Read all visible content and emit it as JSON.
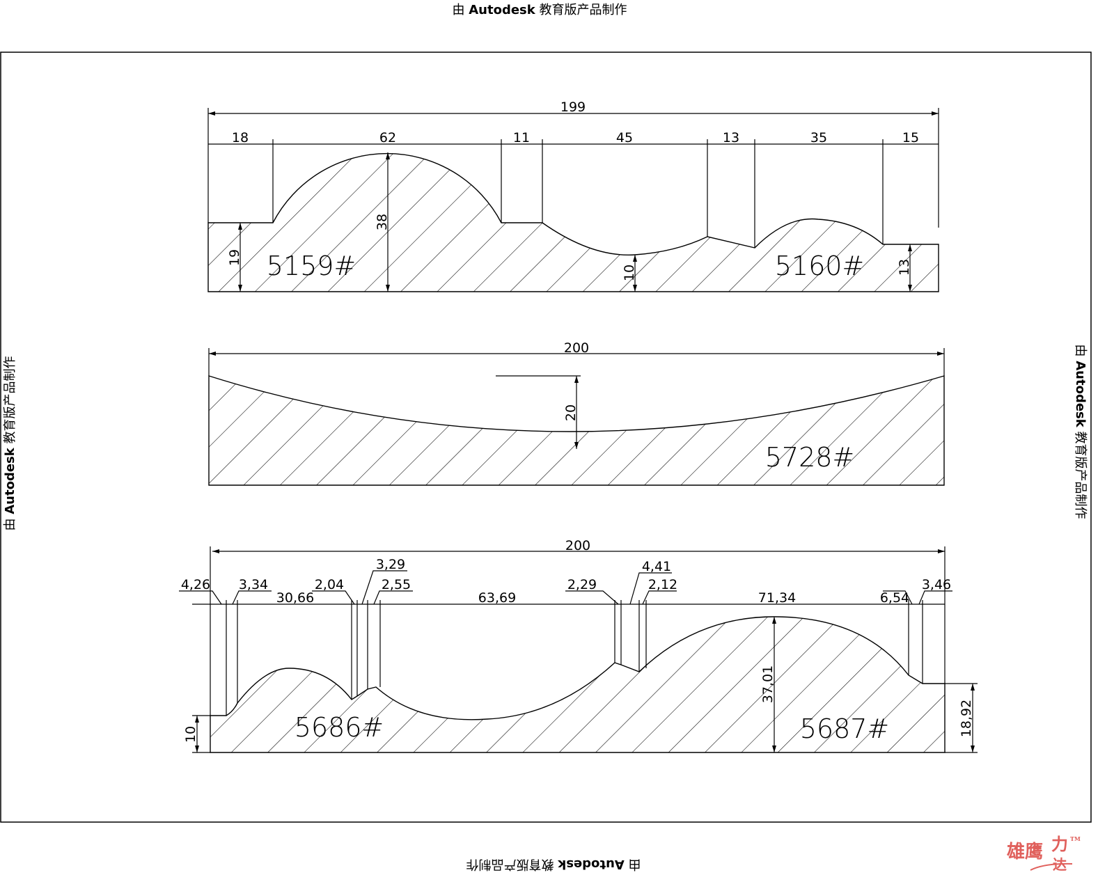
{
  "watermark": "由 Autodesk 教育版产品制作",
  "watermark_parts": {
    "prefix": "由 ",
    "brand": "Autodesk",
    "suffix": " 教育版产品制作"
  },
  "profile_1": {
    "overall": "199",
    "segments": [
      "18",
      "62",
      "11",
      "45",
      "13",
      "35",
      "15"
    ],
    "heights": [
      "19",
      "38",
      "10",
      "13"
    ],
    "labels": [
      "5159#",
      "5160#"
    ]
  },
  "profile_2": {
    "overall": "200",
    "depth": "20",
    "label": "5728#"
  },
  "profile_3": {
    "overall": "200",
    "segments": [
      "4,26",
      "3,34",
      "30,66",
      "2,04",
      "3,29",
      "2,55",
      "63,69",
      "2,29",
      "4,41",
      "2,12",
      "71,34",
      "6,54",
      "3,46"
    ],
    "heights": [
      "10",
      "37,01",
      "18,92"
    ],
    "labels": [
      "5686#",
      "5687#"
    ]
  },
  "logo": {
    "text_1": "雄鹰",
    "text_2": "力",
    "text_3": "达",
    "tm": "TM",
    "color": "#e0605c"
  }
}
